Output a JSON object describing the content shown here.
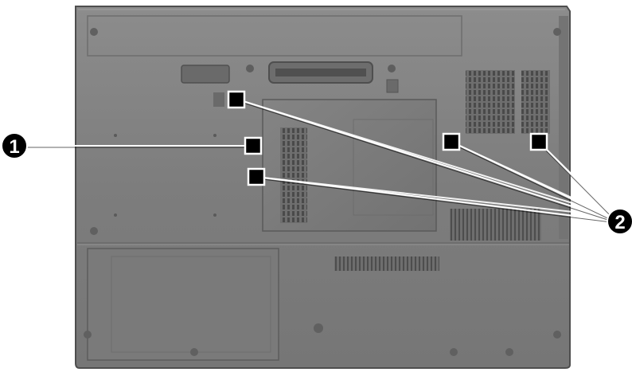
{
  "figure": {
    "subject": "laptop-bottom-view",
    "colors": {
      "case": "#7e7e7e",
      "case_light": "#8a8a8a",
      "case_dark": "#5a5a5a",
      "vent": "#4a4a4a",
      "callout_fill": "#000000",
      "callout_text": "#ffffff",
      "leader_line": "#ffffff",
      "marker_border": "#ffffff"
    },
    "callouts": [
      {
        "label": "1",
        "marker_count": 1
      },
      {
        "label": "2",
        "marker_count": 4
      }
    ]
  }
}
